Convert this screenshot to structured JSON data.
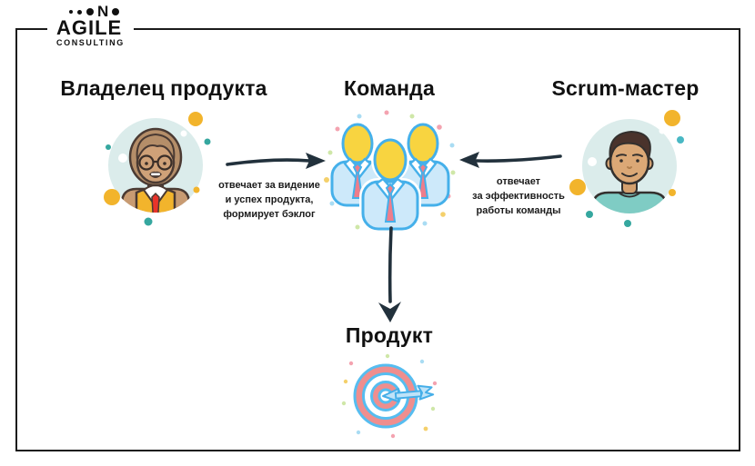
{
  "logo": {
    "letter": "N",
    "name": "AGILE",
    "subtitle": "CONSULTING"
  },
  "diagram": {
    "owner": {
      "title": "Владелец продукта",
      "note": "отвечает за видение\nи успех продукта,\nформирует бэклог"
    },
    "team": {
      "title": "Команда"
    },
    "scrum_master": {
      "title": "Scrum-мастер",
      "note": "отвечает\nза эффективность\nработы команды"
    },
    "product": {
      "title": "Продукт"
    }
  },
  "colors": {
    "frame": "#1b1b1b",
    "arrow": "#22313c",
    "circle_bg": "#dbeceb",
    "teal": "#35a79f",
    "yellow": "#f2b42c",
    "blue_outline": "#45b0ea",
    "light_blue": "#cde9fa",
    "head_yellow": "#f8d440",
    "tie_pink": "#ee7d8b",
    "target_salmon": "#ef8e8e",
    "shirt_teal": "#7fccc4",
    "vest_yellow": "#f2b42c",
    "tie_red": "#e8332a"
  }
}
